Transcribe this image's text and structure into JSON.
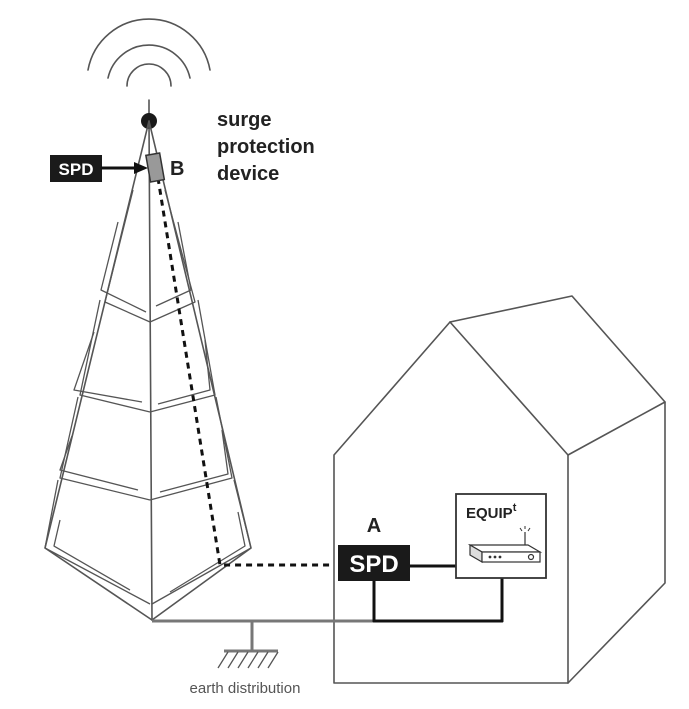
{
  "labels": {
    "spd_tower": "SPD",
    "marker_b": "B",
    "surge_line1": "surge",
    "surge_line2": "protection",
    "surge_line3": "device",
    "marker_a": "A",
    "spd_house": "SPD",
    "equip": "EQUIP",
    "equip_sup": "t",
    "earth": "earth distribution"
  },
  "colors": {
    "spd_box": "#1a1a1a",
    "line": "#555555",
    "earth_bar": "#777777",
    "spd_unit": "#999999"
  }
}
